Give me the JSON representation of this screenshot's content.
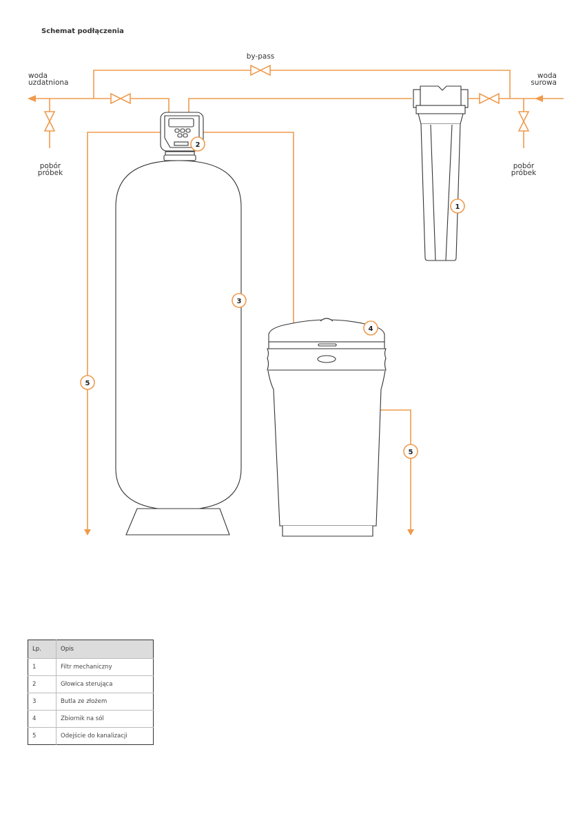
{
  "title": "Schemat podłączenia",
  "labels": {
    "bypass": "by-pass",
    "outlet_line1": "woda",
    "outlet_line2": "uzdatniona",
    "inlet_line1": "woda",
    "inlet_line2": "surowa",
    "sample_line1": "pobór",
    "sample_line2": "próbek"
  },
  "badges": [
    "1",
    "2",
    "3",
    "4",
    "5"
  ],
  "colors": {
    "pipe": "#ef9a4c",
    "outline": "#333333",
    "table_header": "#dcdcdc"
  },
  "table": {
    "headers": [
      "Lp.",
      "Opis"
    ],
    "rows": [
      [
        "1",
        "Filtr mechaniczny"
      ],
      [
        "2",
        "Głowica sterująca"
      ],
      [
        "3",
        "Butla ze złożem"
      ],
      [
        "4",
        "Zbiornik na sól"
      ],
      [
        "5",
        "Odejście do kanalizacji"
      ]
    ]
  }
}
